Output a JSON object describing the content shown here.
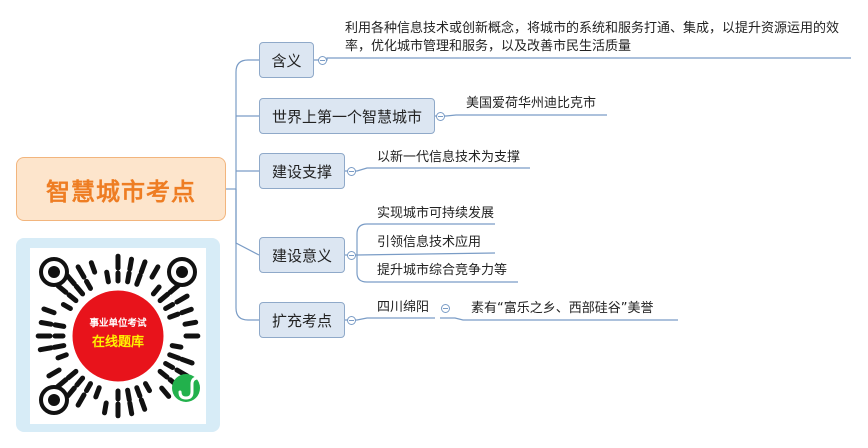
{
  "root": {
    "label": "智慧城市考点"
  },
  "branches": [
    {
      "id": "meaning",
      "label": "含义",
      "leaves": [
        "利用各种信息技术或创新概念，将城市的系统和服务打通、集成，以提升资源运用的效",
        "率，优化城市管理和服务，以及改善市民生活质量"
      ]
    },
    {
      "id": "first-city",
      "label": "世界上第一个智慧城市",
      "leaves": [
        "美国爱荷华州迪比克市"
      ]
    },
    {
      "id": "support",
      "label": "建设支撑",
      "leaves": [
        "以新一代信息技术为支撑"
      ]
    },
    {
      "id": "significance",
      "label": "建设意义",
      "leaves": [
        "实现城市可持续发展",
        "引领信息技术应用",
        "提升城市综合竞争力等"
      ]
    },
    {
      "id": "extension",
      "label": "扩充考点",
      "leaves": [
        "四川绵阳"
      ],
      "sub_leaf": "素有“富乐之乡、西部硅谷”美誉"
    }
  ],
  "qr_badge": {
    "line1": "事业单位考试",
    "line2": "在线题库"
  },
  "colors": {
    "root_fill": "#fde5cc",
    "root_text": "#ee7d23",
    "node_fill": "#dce6f2",
    "node_border": "#8fa9c9",
    "link": "#7a9cc6",
    "badge_red": "#e8131b",
    "mini_program_green": "#22b14c"
  }
}
